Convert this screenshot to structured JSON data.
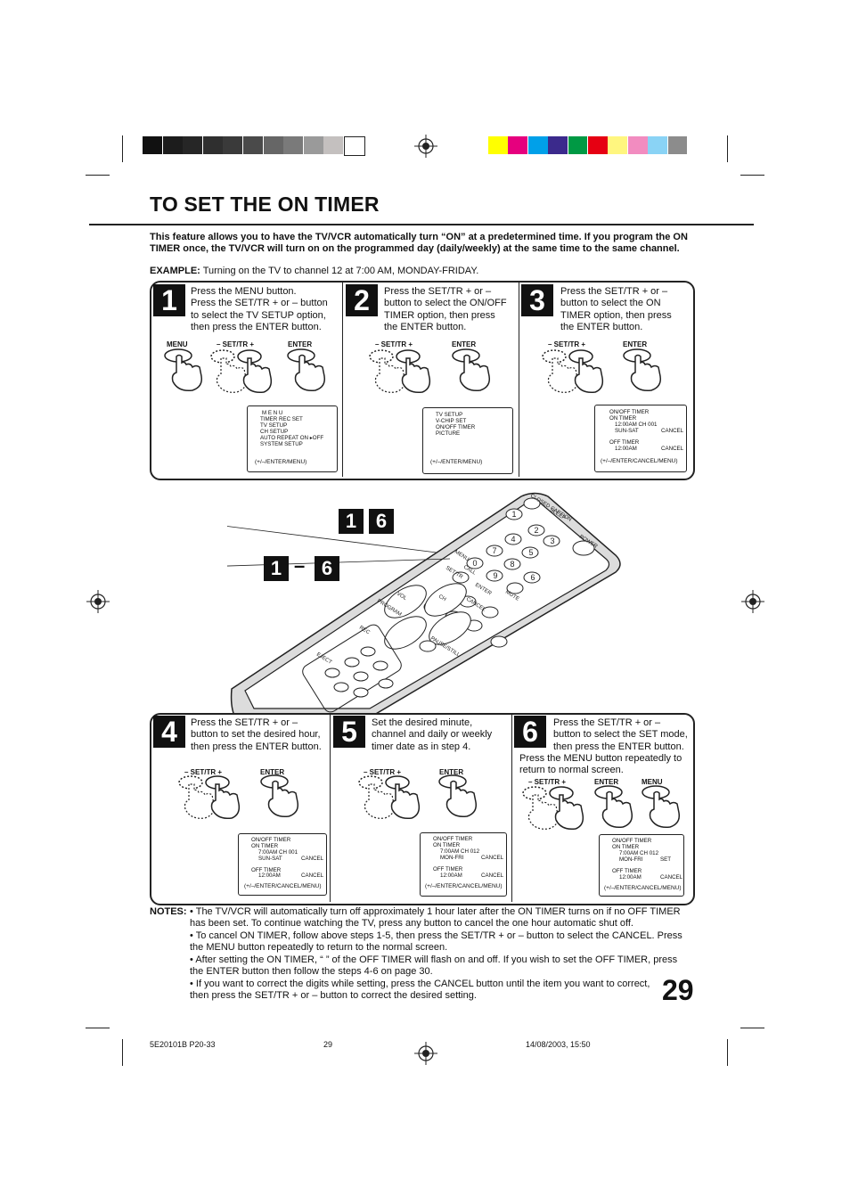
{
  "title": "TO SET THE ON TIMER",
  "intro": "This feature allows you to have the TV/VCR automatically turn “ON” at a predetermined time. If you program the ON TIMER once, the TV/VCR will turn on on the programmed day (daily/weekly) at the same time to the same channel.",
  "example": {
    "label": "EXAMPLE:",
    "text": "Turning on the TV to channel 12 at 7:00 AM, MONDAY-FRIDAY."
  },
  "colors": {
    "gray_bar": [
      "#111111",
      "#1c1c1c",
      "#262626",
      "#2f2f2f",
      "#3a3a3a",
      "#4a4a4a",
      "#666666",
      "#7a7a7a",
      "#9a9a9a",
      "#c4c0bf",
      "#ffffff"
    ],
    "color_bar": [
      "#ffff00",
      "#e6007e",
      "#00a0e9",
      "#3b2a8c",
      "#009944",
      "#e60012",
      "#fff67f",
      "#f28cc0",
      "#8ad3f5",
      "#8c8c8c"
    ]
  },
  "steps": [
    {
      "num": "1",
      "lines": [
        "Press the MENU button.",
        "Press the SET/TR + or – button",
        "to select the TV SETUP option,",
        "then press the ENTER button."
      ],
      "buttons": [
        "MENU",
        "SET/TR",
        "ENTER"
      ],
      "osd": {
        "lines": [
          "M E N U",
          "TIMER REC SET",
          "TV SETUP",
          "CH SETUP",
          "AUTO REPEAT   ON ▸OFF",
          "SYSTEM  SETUP"
        ],
        "footer": "(+/–/ENTER/MENU)"
      }
    },
    {
      "num": "2",
      "lines": [
        "Press the SET/TR + or –",
        "button to select the ON/OFF",
        "TIMER option, then press",
        "the ENTER button."
      ],
      "buttons": [
        "SET/TR",
        "ENTER"
      ],
      "osd": {
        "lines": [
          "TV  SETUP",
          "V-CHIP SET",
          "ON/OFF  TIMER",
          "PICTURE"
        ],
        "footer": "(+/–/ENTER/MENU)"
      }
    },
    {
      "num": "3",
      "lines": [
        "Press the SET/TR + or –",
        "button to select the ON",
        "TIMER option, then press",
        "the ENTER button."
      ],
      "buttons": [
        "SET/TR",
        "ENTER"
      ],
      "osd": {
        "lines": [
          "ON/OFF  TIMER",
          "ON  TIMER",
          "12:00AM      CH 001",
          "SUN-SAT",
          "CANCEL",
          "OFF  TIMER",
          "12:00AM",
          "CANCEL"
        ],
        "footer": "(+/–/ENTER/CANCEL/MENU)"
      }
    },
    {
      "num": "4",
      "lines": [
        "Press the SET/TR + or –",
        "button to set the desired hour,",
        "then press the ENTER button."
      ],
      "buttons": [
        "SET/TR",
        "ENTER"
      ],
      "osd": {
        "lines": [
          "ON/OFF  TIMER",
          "ON  TIMER",
          "7:00AM      CH 001",
          "SUN-SAT",
          "CANCEL",
          "OFF  TIMER",
          "12:00AM",
          "CANCEL"
        ],
        "footer": "(+/–/ENTER/CANCEL/MENU)"
      }
    },
    {
      "num": "5",
      "lines": [
        "Set the desired minute,",
        "channel and daily or weekly",
        "timer date as in step 4."
      ],
      "buttons": [
        "SET/TR",
        "ENTER"
      ],
      "osd": {
        "lines": [
          "ON/OFF  TIMER",
          "ON  TIMER",
          "7:00AM      CH 012",
          "MON-FRI",
          "CANCEL",
          "OFF  TIMER",
          "12:00AM",
          "CANCEL"
        ],
        "footer": "(+/–/ENTER/CANCEL/MENU)"
      }
    },
    {
      "num": "6",
      "lines": [
        "Press the SET/TR + or –",
        "button to select the SET mode,",
        "then press the ENTER button.",
        "Press the MENU button repeatedly to",
        "return to normal screen."
      ],
      "buttons": [
        "SET/TR",
        "ENTER",
        "MENU"
      ],
      "osd": {
        "lines": [
          "ON/OFF  TIMER",
          "ON  TIMER",
          "7:00AM      CH 012",
          "MON-FRI",
          "SET",
          "OFF  TIMER",
          "12:00AM",
          "CANCEL"
        ],
        "footer": "(+/–/ENTER/CANCEL/MENU)"
      }
    }
  ],
  "remote_callouts": {
    "a1": "1",
    "a2": "6",
    "b1": "1",
    "bdash": "–",
    "b2": "6"
  },
  "remote_labels": {
    "l1": "CLOSED CAPTION",
    "l2": "SLEEP",
    "l3": "POWER",
    "l4": "CALL",
    "l5": "MENU",
    "l6": "SET/TR",
    "l7": "ENTER",
    "l8": "CANCEL",
    "l9": "MUTE",
    "l10": "VOL",
    "l11": "CH",
    "l12": "PROGRAM",
    "l13": "PAUSE/STILL",
    "l14": "REC",
    "l15": "EJECT"
  },
  "notes": {
    "label": "NOTES:",
    "items": [
      "The TV/VCR will automatically turn off approximately 1 hour later after the ON TIMER turns on if no OFF TIMER has been set. To continue watching the TV, press any button to cancel the one hour automatic shut off.",
      "To cancel ON TIMER, follow above steps 1-5, then press the SET/TR + or – button to select the CANCEL. Press the MENU button repeatedly to return to the normal screen.",
      "After setting the ON TIMER, “ ” of the OFF TIMER will flash on and off. If you wish to set the OFF TIMER, press the ENTER button then follow the steps 4-6 on page 30.",
      "If you want to correct the digits while setting, press the CANCEL button until the item you want to correct, then press the SET/TR + or – button to correct the desired setting."
    ]
  },
  "page_number": "29",
  "footer": {
    "left": "5E20101B P20-33",
    "center": "29",
    "right": "14/08/2003, 15:50"
  }
}
